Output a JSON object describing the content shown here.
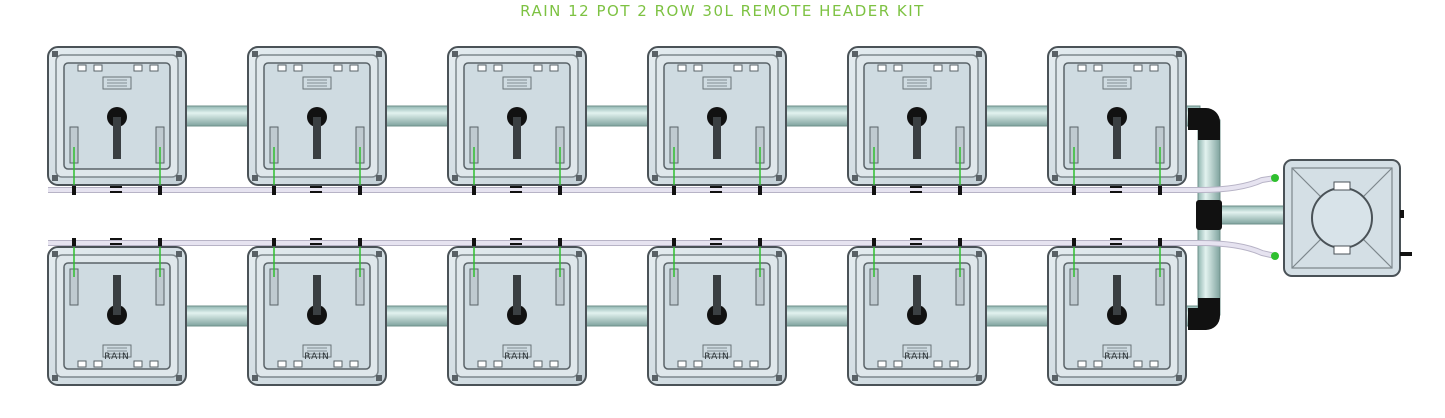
{
  "title": "RAIN 12 POT 2 ROW 30L REMOTE HEADER KIT",
  "pot_label": "RAIN",
  "rows": 2,
  "pots_per_row": 6,
  "colors": {
    "title": "#7dc242",
    "pot_body": "#d2dde2",
    "pot_outline": "#4a5257",
    "pipe": "#b8d6d2",
    "fitting": "#111111",
    "valve": "#2fbf2f",
    "feed_line": "#e6e3f0"
  },
  "icons": [
    "pot-icon",
    "reservoir-icon",
    "valve-icon"
  ]
}
